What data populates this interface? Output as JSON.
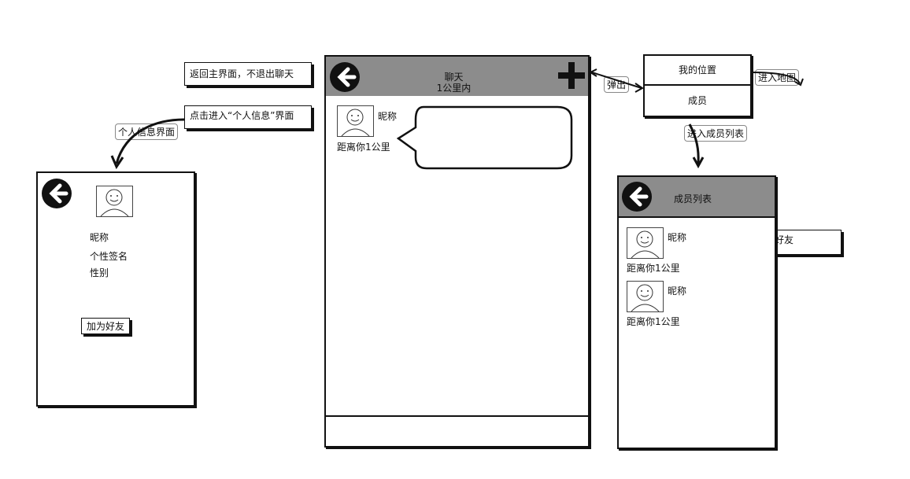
{
  "notes": {
    "return_main": "返回主界面，不退出聊天",
    "tap_enter_profile": "点击进入“个人信息”界面",
    "swipe_block": "侧滑屏蔽、加好友"
  },
  "tags": {
    "profile_screen": "个人信息界面",
    "popup": "弹出",
    "enter_map": "进入地图",
    "enter_member_list": "进入成员列表"
  },
  "chat": {
    "title": "聊天",
    "subtitle": "1公里内",
    "message": {
      "nickname": "昵称",
      "distance": "距离你1公里"
    }
  },
  "popup_menu": {
    "my_location": "我的位置",
    "members": "成员"
  },
  "profile": {
    "nickname": "昵称",
    "signature": "个性签名",
    "gender": "性别",
    "add_friend_button": "加为好友"
  },
  "member_list": {
    "title": "成员列表",
    "members": [
      {
        "nickname": "昵称",
        "distance": "距离你1公里"
      },
      {
        "nickname": "昵称",
        "distance": "距离你1公里"
      }
    ]
  },
  "icons": {
    "back": "back-arrow-icon",
    "add": "plus-icon",
    "avatar": "smiley-avatar-icon"
  },
  "colors": {
    "header_gray": "#8c8c8c",
    "ink": "#111111"
  }
}
